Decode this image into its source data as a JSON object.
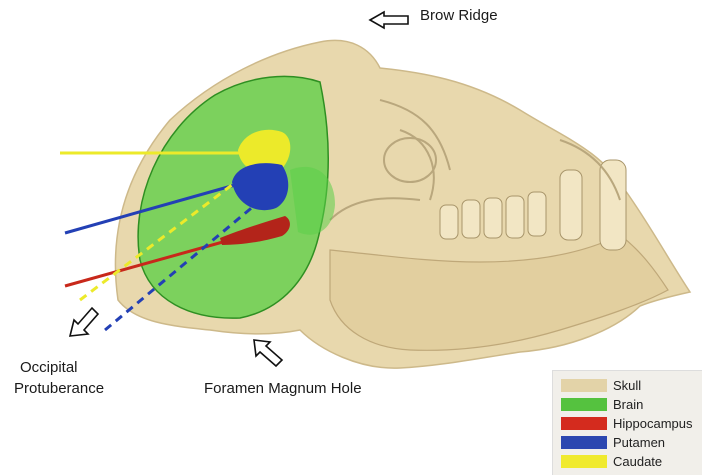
{
  "annotations": {
    "brow_ridge": "Brow Ridge",
    "occipital_line1": "Occipital",
    "occipital_line2": "Protuberance",
    "foramen": "Foramen Magnum Hole"
  },
  "legend": [
    {
      "label": "Skull",
      "color": "#e3d3a8"
    },
    {
      "label": "Brain",
      "color": "#55c23f"
    },
    {
      "label": "Hippocampus",
      "color": "#d42b1e"
    },
    {
      "label": "Putamen",
      "color": "#2c47b0"
    },
    {
      "label": "Caudate",
      "color": "#f0ea2e"
    }
  ],
  "colors": {
    "skull": "#e8d8ad",
    "skull_shadow": "#b9a77d",
    "brain": "#4fcf3b",
    "caudate": "#ecea2a",
    "putamen": "#2340b5",
    "hippocampus": "#b3241a"
  }
}
